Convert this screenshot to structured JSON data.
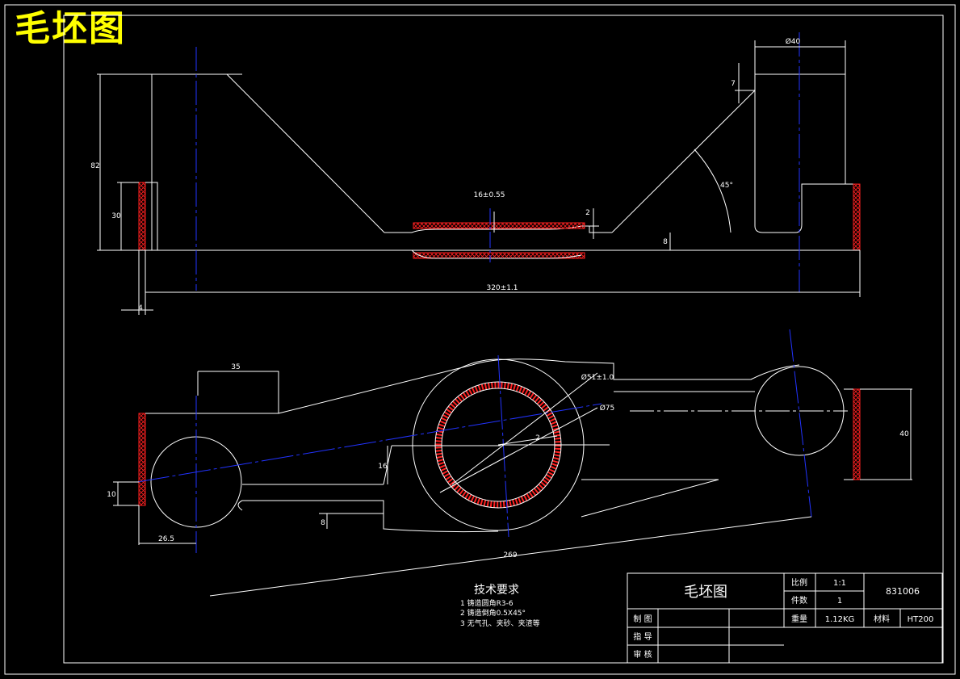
{
  "header": {
    "title": "毛坯图"
  },
  "dimensions": {
    "d40": "Ø40",
    "seven": "7",
    "eighty_two": "82",
    "thirty": "30",
    "sixteen_tol": "16±0.55",
    "two_top": "2",
    "eight_top": "8",
    "angle45": "45°",
    "length320": "320±1.1",
    "four": "4",
    "thirty_five": "35",
    "d51": "Ø51±1.0",
    "d75": "Ø75",
    "two_mid": "2",
    "sixteen": "16",
    "ten": "10",
    "eight_bottom": "8",
    "twenty_six_five": "26.5",
    "two_sixty_nine": "269",
    "forty": "40"
  },
  "tech_requirements": {
    "heading": "技术要求",
    "items": [
      "1 铸造圆角R3-6",
      "2 铸造倒角0.5X45°",
      "3 无气孔、夹砂、夹渣等"
    ]
  },
  "title_block": {
    "name": "毛坯图",
    "scale_label": "比例",
    "scale_value": "1:1",
    "count_label": "件数",
    "count_value": "1",
    "drawing_number": "831006",
    "weight_label": "重量",
    "weight_value": "1.12KG",
    "material_label": "材料",
    "material_value": "HT200",
    "drawn_label": "制 图",
    "guide_label": "指 导",
    "review_label": "审 核"
  },
  "colors": {
    "background": "#000000",
    "line": "#ffffff",
    "center_line": "#2233ff",
    "hatch": "#ff2020",
    "title": "#ffff00"
  }
}
